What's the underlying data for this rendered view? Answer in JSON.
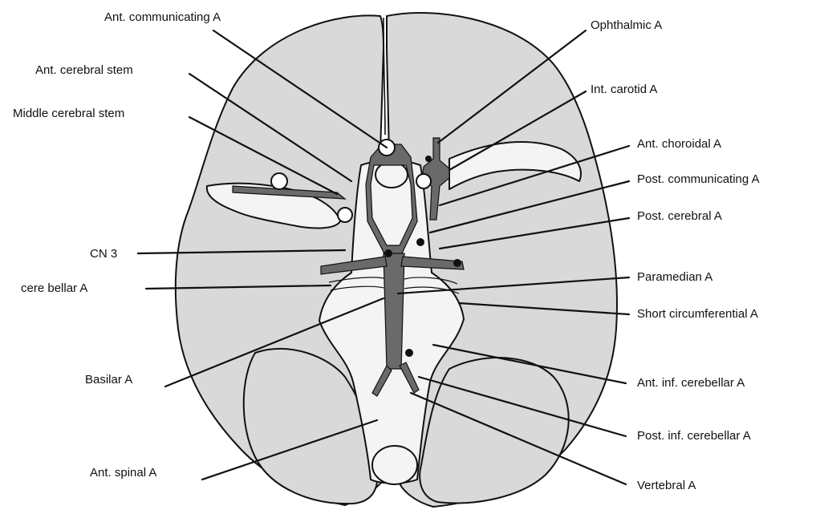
{
  "colors": {
    "tissue_fill": "#d9d9d9",
    "artery_fill": "#6a6a6a",
    "outline": "#111111",
    "background": "#ffffff",
    "brainstem_fill": "#f4f4f4"
  },
  "labels": {
    "ant_communicating": "Ant. communicating A",
    "ant_cerebral_stem": "Ant. cerebral stem",
    "middle_cerebral_stem": "Middle cerebral stem",
    "cn3": "CN 3",
    "cerebellar": "cere bellar A",
    "basilar": "Basilar A",
    "ant_spinal": "Ant. spinal A",
    "ophthalmic": "Ophthalmic A",
    "int_carotid": "Int. carotid A",
    "ant_choroidal": "Ant. choroidal A",
    "post_communicating": "Post. communicating A",
    "post_cerebral": "Post. cerebral A",
    "paramedian": "Paramedian A",
    "short_circumferential": "Short circumferential A",
    "ant_inf_cerebellar": "Ant. inf. cerebellar A",
    "post_inf_cerebellar": "Post. inf. cerebellar A",
    "vertebral": "Vertebral A"
  },
  "icons": {
    "brain": "brain-base-illustration",
    "arteries": "circle-of-willis"
  }
}
